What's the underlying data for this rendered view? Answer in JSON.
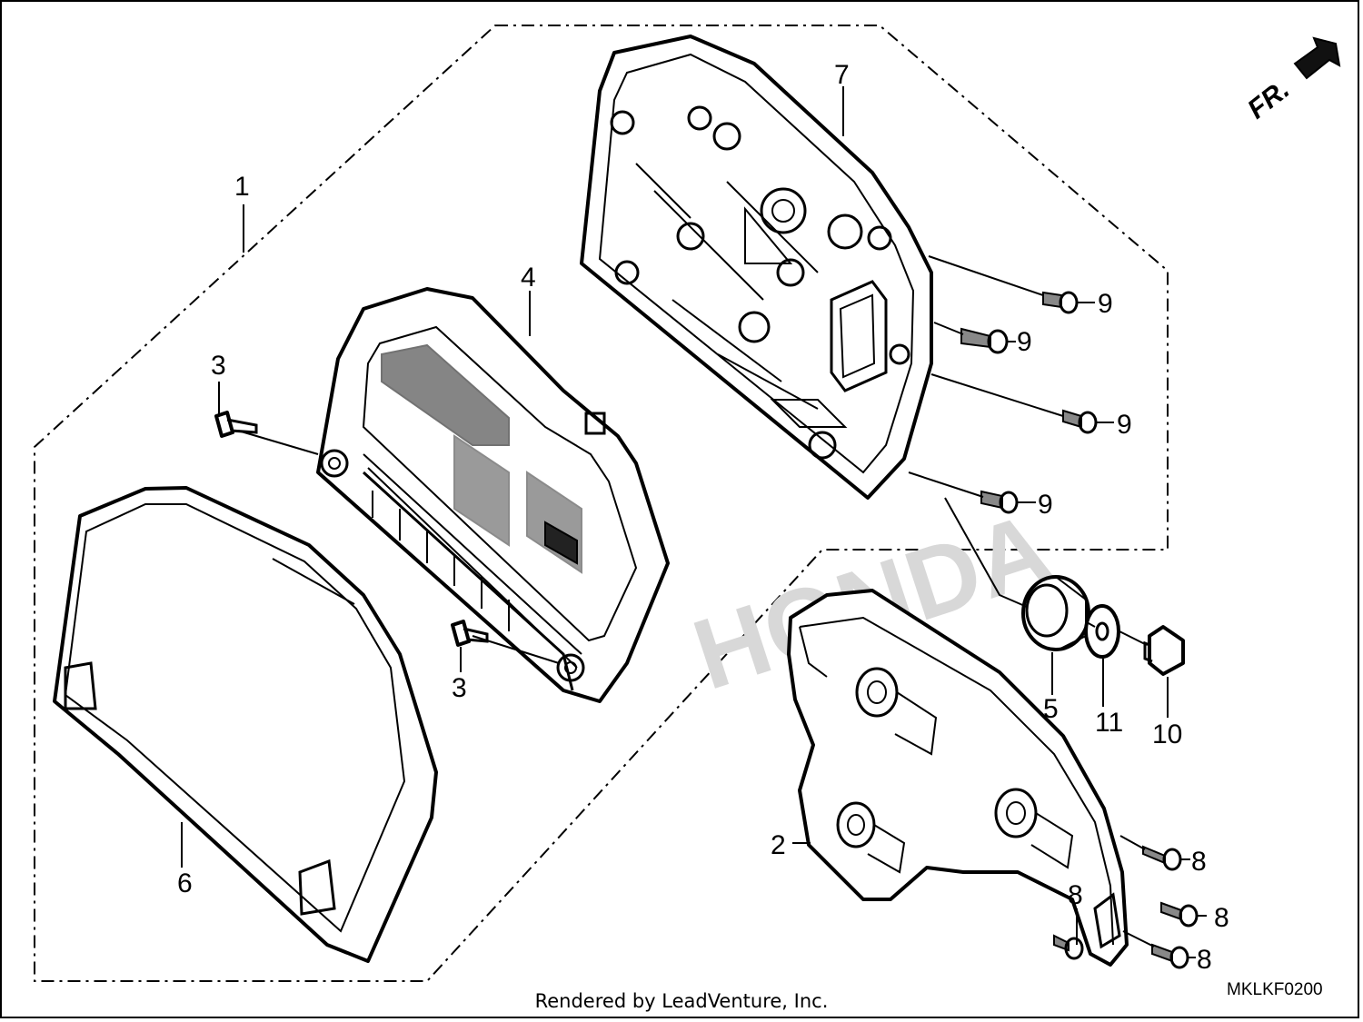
{
  "diagram": {
    "direction_label": "FR.",
    "diagram_code": "MKLKF0200",
    "watermark": "HONDA",
    "callouts": {
      "c1": "1",
      "c2": "2",
      "c3a": "3",
      "c3b": "3",
      "c4": "4",
      "c5": "5",
      "c6": "6",
      "c7": "7",
      "c8a": "8",
      "c8b": "8",
      "c8c": "8",
      "c8d": "8",
      "c9a": "9",
      "c9b": "9",
      "c9c": "9",
      "c9d": "9",
      "c10": "10",
      "c11": "11"
    }
  },
  "footer": {
    "credit": "Rendered by LeadVenture, Inc."
  }
}
